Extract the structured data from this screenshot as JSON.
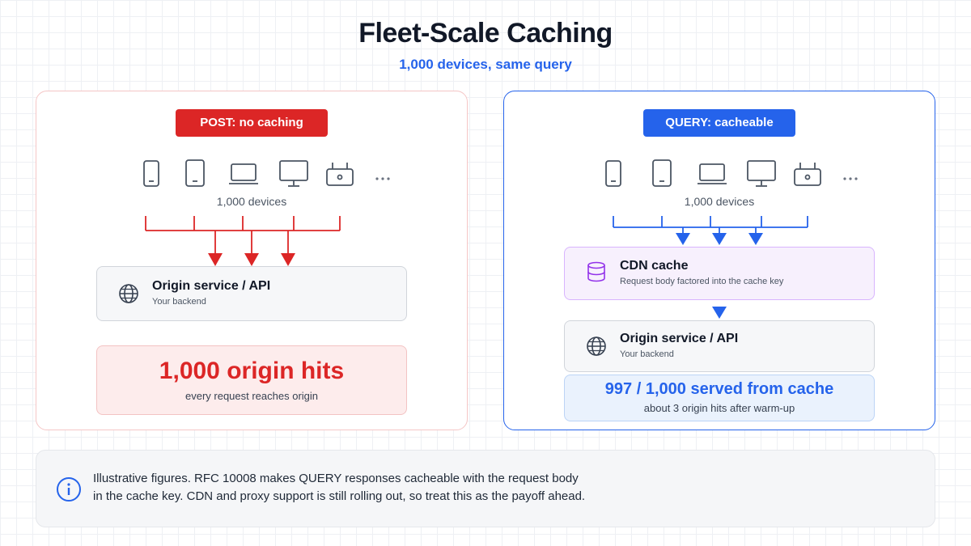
{
  "header": {
    "title": "Fleet-Scale Caching",
    "subtitle": "1,000 devices, same query"
  },
  "left_panel": {
    "badge": "POST: no caching",
    "devices_label": "1,000 devices",
    "devices": [
      "phone-icon",
      "phone-icon",
      "laptop-icon",
      "monitor-icon",
      "router-icon",
      "ellipsis-icon"
    ],
    "origin": {
      "title": "Origin service / API",
      "subtitle": "Your backend",
      "icon": "globe-icon"
    },
    "stat": {
      "value": "1,000 origin hits",
      "caption": "every request reaches origin"
    },
    "accent": "#dc2626"
  },
  "right_panel": {
    "badge": "QUERY: cacheable",
    "devices_label": "1,000 devices",
    "devices": [
      "phone-icon",
      "phone-icon",
      "laptop-icon",
      "monitor-icon",
      "router-icon",
      "ellipsis-icon"
    ],
    "cdn": {
      "title": "CDN cache",
      "subtitle": "Request body factored into the cache key",
      "icon": "database-icon"
    },
    "origin": {
      "title": "Origin service / API",
      "subtitle": "Your backend",
      "icon": "globe-icon"
    },
    "stat": {
      "value": "997 / 1,000 served from cache",
      "caption": "about 3 origin hits after warm-up"
    },
    "accent": "#2563eb"
  },
  "note": {
    "icon": "info-icon",
    "line1": "Illustrative figures. RFC 10008 makes QUERY responses cacheable with the request body",
    "line2": "in the cache key. CDN and proxy support is still rolling out, so treat this as the payoff ahead."
  }
}
